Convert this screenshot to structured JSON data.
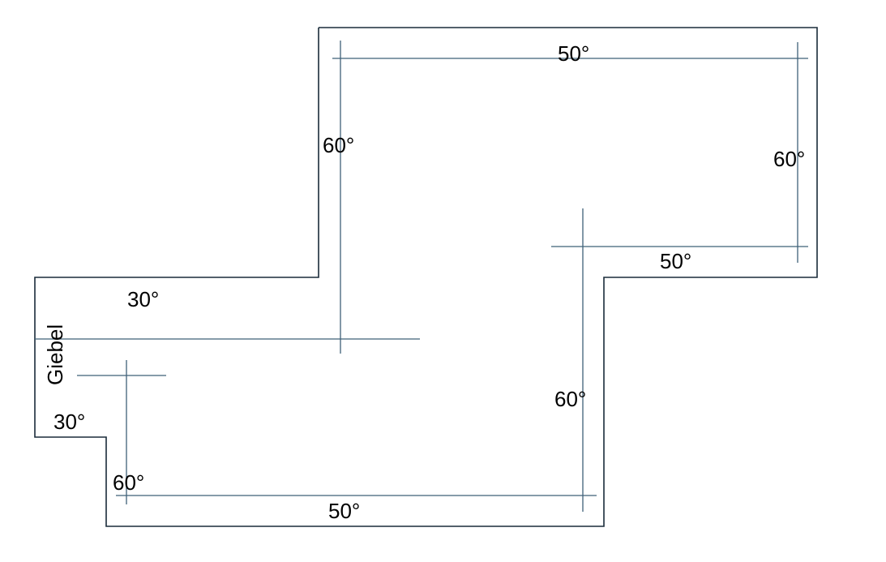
{
  "colors": {
    "outline": "#1a2b3a",
    "ridge_lines": "#3f6178",
    "text": "#000000",
    "background": "#ffffff"
  },
  "labels": {
    "top_ridge": "50°",
    "left_upper_slope": "60°",
    "right_slope": "60°",
    "right_inner_ridge": "50°",
    "left_wing_slope": "30°",
    "gable": "Giebel",
    "lower_left_slope": "30°",
    "lower_left_corner": "60°",
    "middle_slope": "60°",
    "bottom_ridge": "50°"
  }
}
